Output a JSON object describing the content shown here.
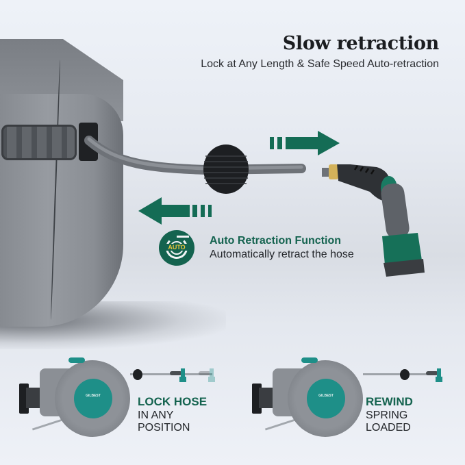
{
  "headline": {
    "title": "Slow retraction",
    "subtitle": "Lock at Any Length & Safe Speed Auto-retraction"
  },
  "feature": {
    "badge_label": "AUTO",
    "title": "Auto Retraction Function",
    "subtitle": "Automatically retract the hose"
  },
  "panels": [
    {
      "title": "LOCK HOSE",
      "subtitle": "IN ANY POSITION",
      "brand": "GILBEST"
    },
    {
      "title": "REWIND",
      "subtitle": "SPRING LOADED",
      "brand": "GILBEST"
    }
  ],
  "icons": {
    "extend_arrow": "arrow-right-icon",
    "retract_arrow": "arrow-left-icon",
    "auto_badge": "auto-retraction-icon"
  },
  "colors": {
    "accent_green": "#14634f",
    "teal": "#1e8f88",
    "badge_yellow": "#e8c53a",
    "housing_gray": "#8b8f95",
    "background": "#eef2f8"
  }
}
